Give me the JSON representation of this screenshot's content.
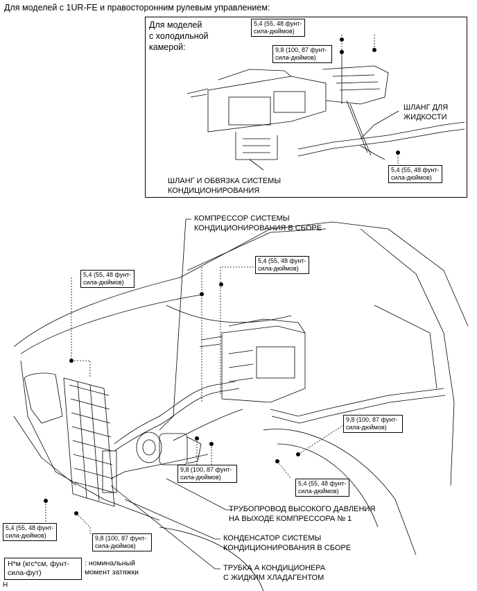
{
  "heading": "Для моделей с 1UR-FE и правосторонним рулевым управлением:",
  "inset": {
    "label_lines": [
      "Для моделей",
      "с холодильной",
      "камерой:"
    ]
  },
  "torque": {
    "t54": [
      "5,4 (55, 48 фунт-",
      "сила-дюймов)"
    ],
    "t98": [
      "9,8 (100, 87 фунт-",
      "сила-дюймов)"
    ]
  },
  "callouts": {
    "liquid_hose": [
      "ШЛАНГ ДЛЯ",
      "ЖИДКОСТИ"
    ],
    "hose_harness": [
      "ШЛАНГ И ОБВЯЗКА СИСТЕМЫ",
      "КОНДИЦИОНИРОВАНИЯ"
    ],
    "compressor": [
      "КОМПРЕССОР СИСТЕМЫ",
      "КОНДИЦИОНИРОВАНИЯ В СБОРЕ"
    ],
    "discharge_pipe": [
      "ТРУБОПРОВОД ВЫСОКОГО ДАВЛЕНИЯ",
      "НА ВЫХОДЕ КОМПРЕССОРА № 1"
    ],
    "condenser": [
      "КОНДЕНСАТОР СИСТЕМЫ",
      "КОНДИЦИОНИРОВАНИЯ В СБОРЕ"
    ],
    "liquid_tube": [
      "ТРУБКА А КОНДИЦИОНЕРА",
      "С ЖИДКИМ ХЛАДАГЕНТОМ"
    ]
  },
  "legend": {
    "unit_lines": [
      "Н*м (кгс*см, фунт-",
      "сила-фут)"
    ],
    "desc_lines": [
      ": номинальный",
      "момент затяжки"
    ]
  },
  "corner_mark": "H"
}
